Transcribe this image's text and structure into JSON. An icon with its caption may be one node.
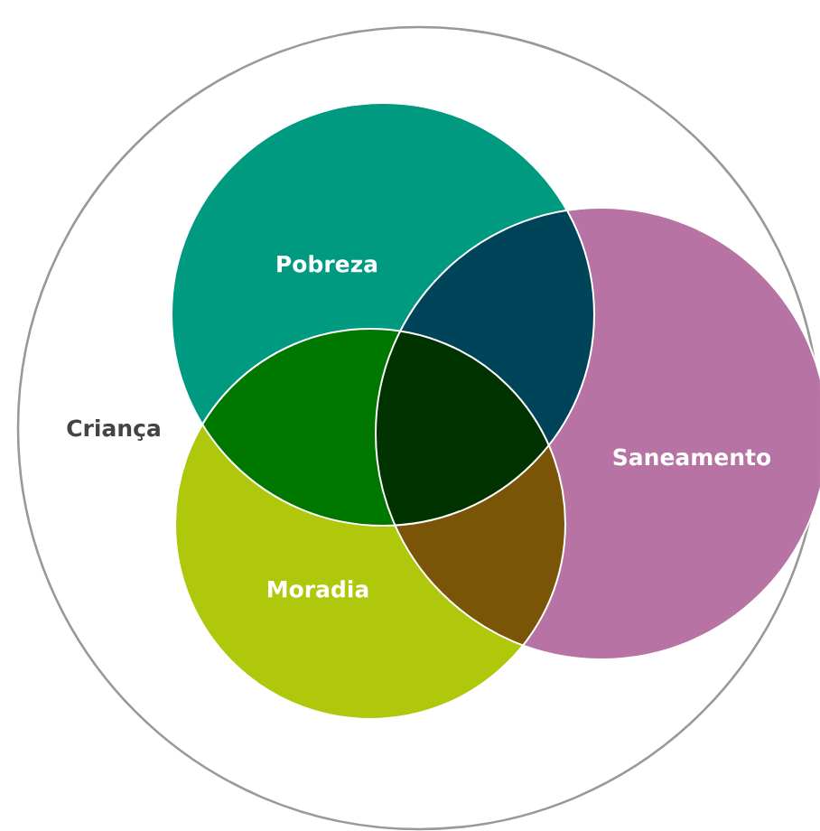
{
  "diagram": {
    "nodes": [
      {
        "text": [
          "Criança"
        ]
      },
      {
        "text": [
          "Pobreza"
        ],
        "in": 0
      },
      {
        "text": [
          "Saneamento"
        ],
        "in": 0
      },
      {
        "text": [
          "Moradia"
        ],
        "in": 0
      }
    ]
  }
}
